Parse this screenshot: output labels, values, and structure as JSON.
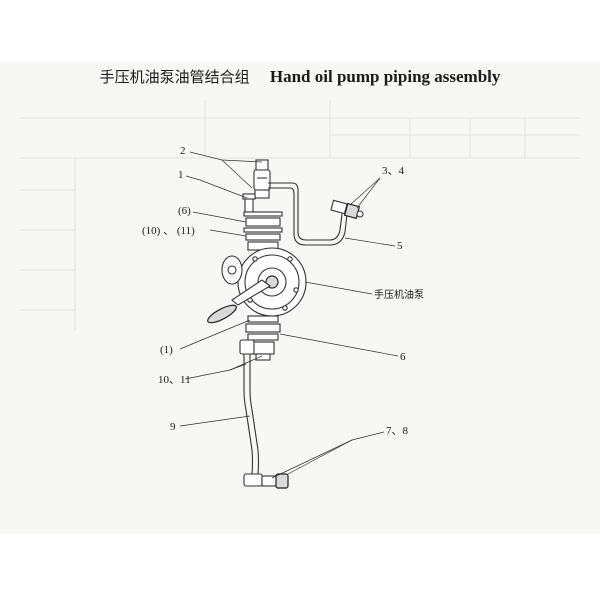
{
  "title": {
    "chinese": "手压机油泵油管结合组",
    "english": "Hand oil pump piping assembly"
  },
  "callouts": {
    "c2": "2",
    "c1": "1",
    "c6p": "(6)",
    "c10_11p": "(10) 、 (11)",
    "c3_4": "3、4",
    "c5": "5",
    "pump": "手压机油泵",
    "c1p": "(1)",
    "c6": "6",
    "c10_11": "10、11",
    "c9": "9",
    "c7_8": "7、8"
  },
  "colors": {
    "line": "#333333",
    "sheet": "#f7f7f5",
    "ghost_table": "#e2e2e0"
  }
}
